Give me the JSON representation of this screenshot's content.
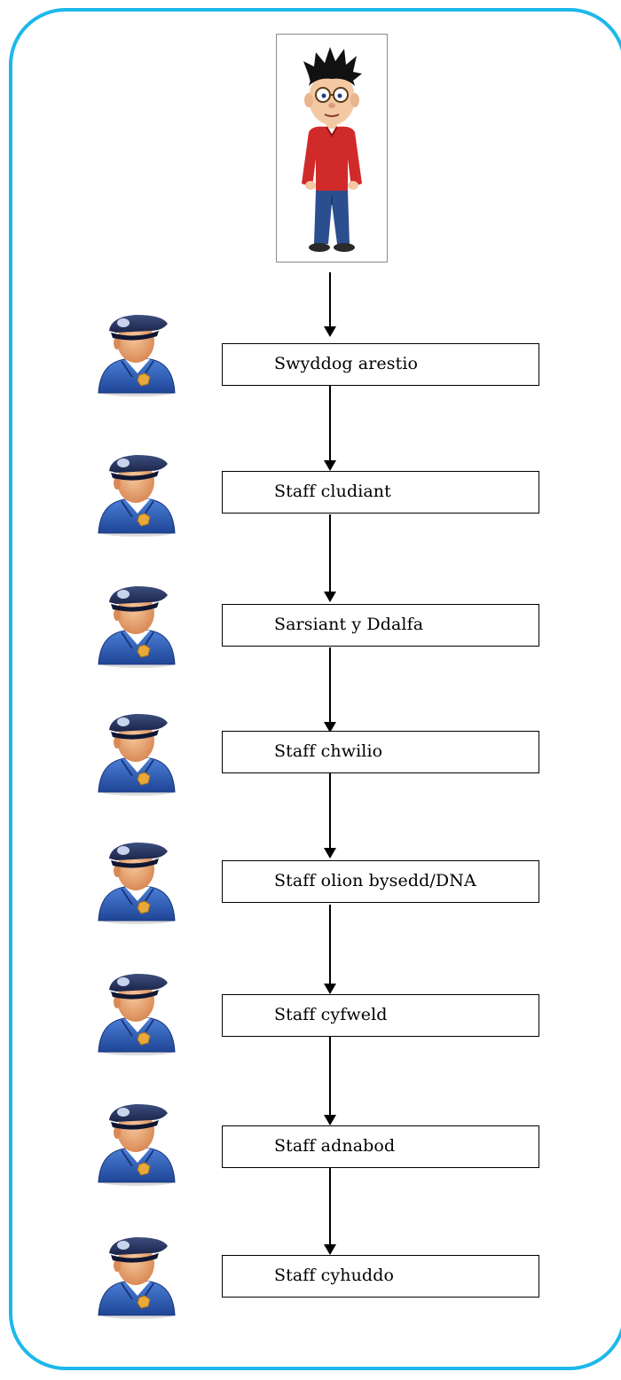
{
  "colors": {
    "frame_border": "#1cb8ec",
    "box_border": "#000000",
    "uniform_blue": "#2f5fb5",
    "badge_gold": "#e9a93a",
    "skin": "#e7a77a"
  },
  "icons": {
    "person": "cartoon-boy-icon",
    "officer": "police-officer-icon"
  },
  "stages": [
    {
      "label": "Swyddog arestio"
    },
    {
      "label": "Staff cludiant"
    },
    {
      "label": "Sarsiant y Ddalfa"
    },
    {
      "label": "Staff chwilio"
    },
    {
      "label": "Staff olion bysedd/DNA"
    },
    {
      "label": "Staff cyfweld"
    },
    {
      "label": "Staff adnabod"
    },
    {
      "label": "Staff cyhuddo"
    }
  ]
}
